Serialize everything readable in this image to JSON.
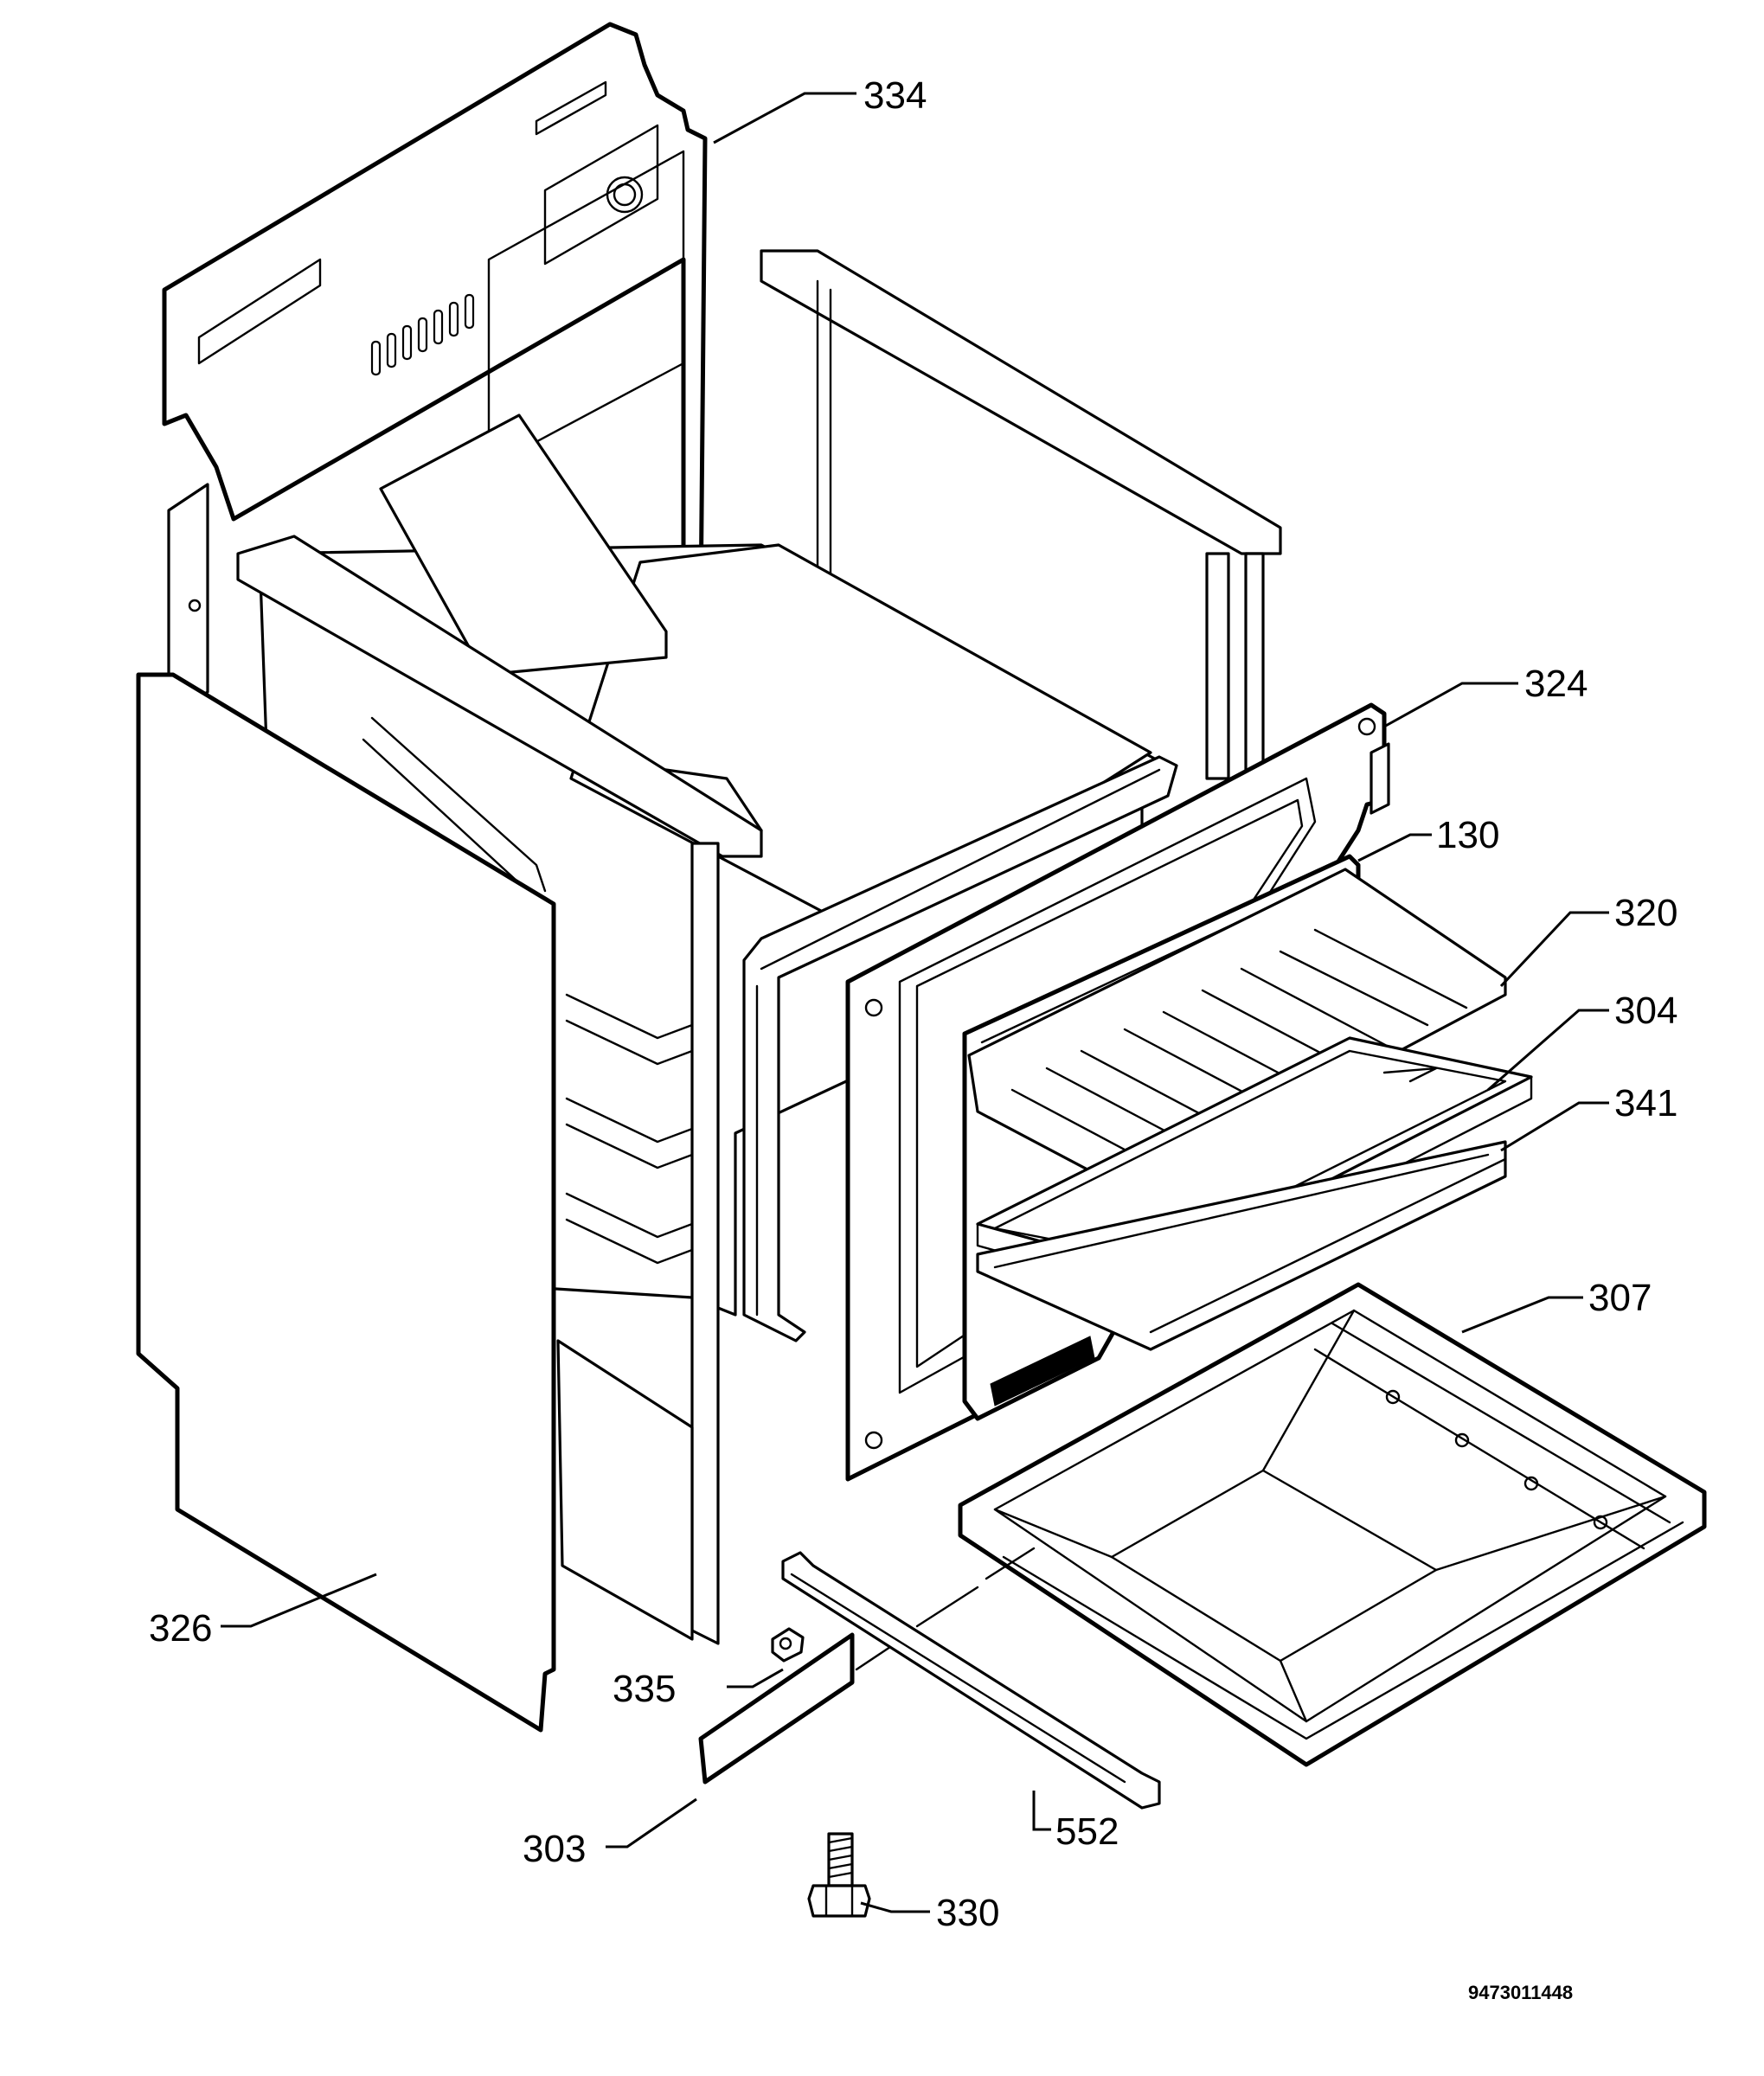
{
  "callouts": {
    "c334": "334",
    "c324": "324",
    "c130": "130",
    "c320": "320",
    "c304": "304",
    "c341": "341",
    "c307": "307",
    "c335": "335",
    "c326": "326",
    "c303": "303",
    "c552": "552",
    "c330": "330"
  },
  "document_number": "9473011448"
}
